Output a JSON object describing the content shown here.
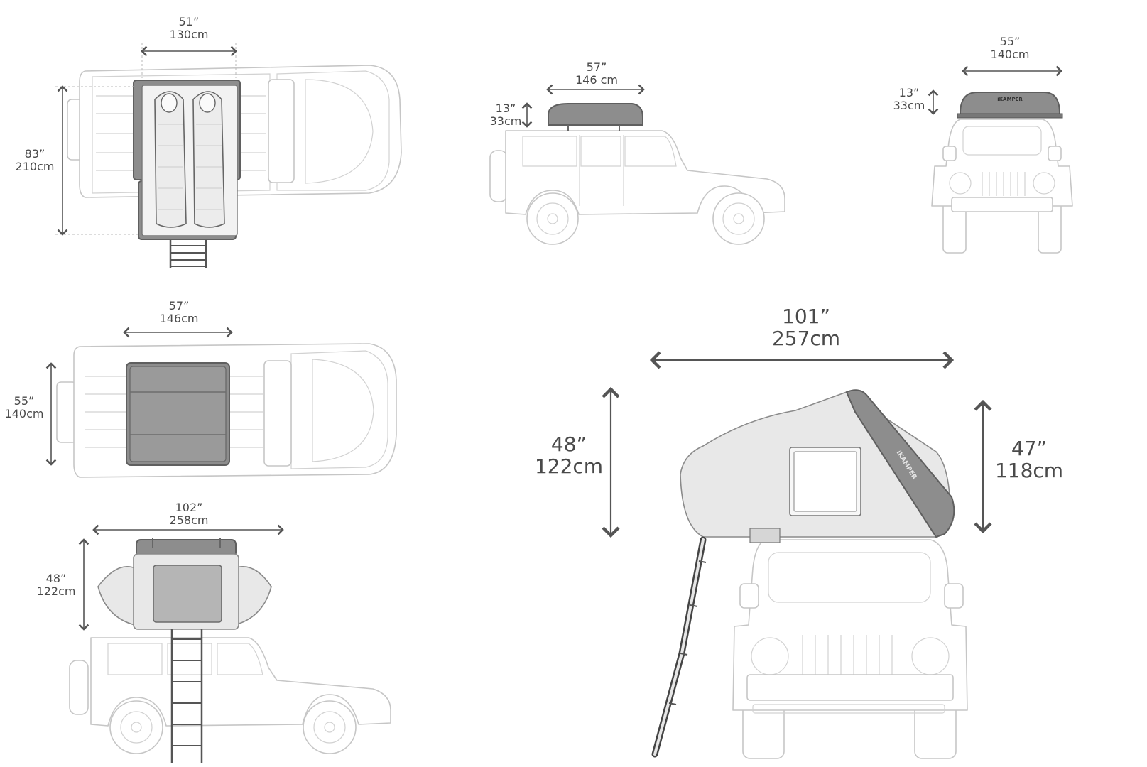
{
  "colors": {
    "line": "#555555",
    "vehicle_outline": "#c9c9c9",
    "tent_shell": "#8d8d8d",
    "tent_fabric": "#e8e8e8"
  },
  "dimensions": {
    "top_open_width": {
      "inches": "51”",
      "cm": "130cm"
    },
    "top_open_length": {
      "inches": "83”",
      "cm": "210cm"
    },
    "side_closed_length": {
      "inches": "57”",
      "cm": "146 cm"
    },
    "side_closed_height": {
      "inches": "13”",
      "cm": "33cm"
    },
    "front_closed_width": {
      "inches": "55”",
      "cm": "140cm"
    },
    "front_closed_height": {
      "inches": "13”",
      "cm": "33cm"
    },
    "top_closed_length": {
      "inches": "57”",
      "cm": "146cm"
    },
    "top_closed_width": {
      "inches": "55”",
      "cm": "140cm"
    },
    "side_open_length": {
      "inches": "102”",
      "cm": "258cm"
    },
    "side_open_height": {
      "inches": "48”",
      "cm": "122cm"
    },
    "front_open_width": {
      "inches": "101”",
      "cm": "257cm"
    },
    "front_open_height_left": {
      "inches": "48”",
      "cm": "122cm"
    },
    "front_open_height_right": {
      "inches": "47”",
      "cm": "118cm"
    }
  },
  "tent_brand": "iKAMPER"
}
